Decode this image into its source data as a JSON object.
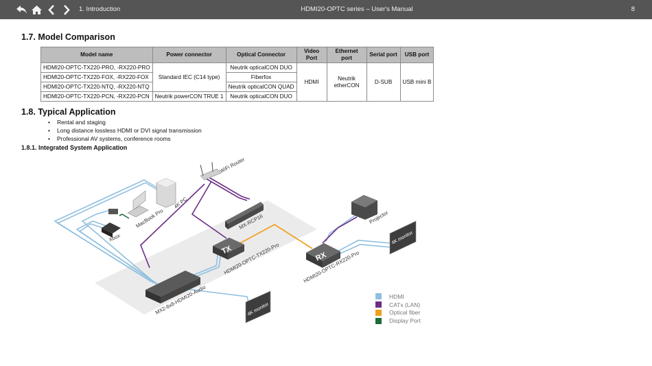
{
  "header": {
    "breadcrumb": "1. Introduction",
    "title": "HDMI20-OPTC series – User's Manual",
    "page_number": "8",
    "icons": [
      "back-return-icon",
      "home-icon",
      "chevron-left-icon",
      "chevron-right-icon"
    ]
  },
  "sections": {
    "model_comparison": "1.7.  Model Comparison",
    "typical_application": "1.8.  Typical Application",
    "integrated_system": "1.8.1.  Integrated System Application"
  },
  "table": {
    "headers": [
      "Model name",
      "Power connector",
      "Optical Connector",
      "Video Port",
      "Ethernet port",
      "Serial port",
      "USB port"
    ],
    "models": [
      "HDMI20-OPTC-TX220-PRO, -RX220-PRO",
      "HDMI20-OPTC-TX220-FOX, -RX220-FOX",
      "HDMI20-OPTC-TX220-NTQ, -RX220-NTQ",
      "HDMI20-OPTC-TX220-PCN, -RX220-PCN"
    ],
    "power": [
      "Standard IEC (C14 type)",
      "Neutrik powerCON TRUE 1"
    ],
    "optical": [
      "Neutrik opticalCON DUO",
      "Fiberfox",
      "Neutrik opticalCON QUAD",
      "Neutrik opticalCON DUO"
    ],
    "video": "HDMI",
    "ethernet": "Neutrik etherCON",
    "serial": "D-SUB",
    "usb": "USB mini B"
  },
  "bullets": [
    "Rental and staging",
    "Long distance lossless HDMI or DVI signal transmission",
    "Professional AV systems, conference rooms"
  ],
  "diagram": {
    "devices": {
      "wifi_router": "WiFi Router",
      "pc": "4K PC",
      "macbook": "MacBook Pro",
      "xbox": "Xbox",
      "rcp": "MX-RCP16",
      "tx": "TX",
      "tx_label": "HDMI20-OPTC-TX220-Pro",
      "rx": "RX",
      "rx_label": "HDMI20-OPTC-RX220-Pro",
      "matrix": "MX2-8x8-HDMI20-Audio",
      "projector": "Projector",
      "monitor_right": "4K monitor",
      "monitor_bottom": "4K monitor"
    },
    "colors": {
      "hdmi": "#8fbfe0",
      "catx": "#6b2d85",
      "fiber": "#f0a020",
      "displayport": "#1f6b3a",
      "device": "#4a4a4a",
      "platform": "#ebebeb"
    }
  },
  "legend": [
    {
      "label": "HDMI",
      "color": "#8fbfe0"
    },
    {
      "label": "CATx (LAN)",
      "color": "#6b2d85"
    },
    {
      "label": "Optical fiber",
      "color": "#f0a020"
    },
    {
      "label": "Display Port",
      "color": "#1f6b3a"
    }
  ]
}
